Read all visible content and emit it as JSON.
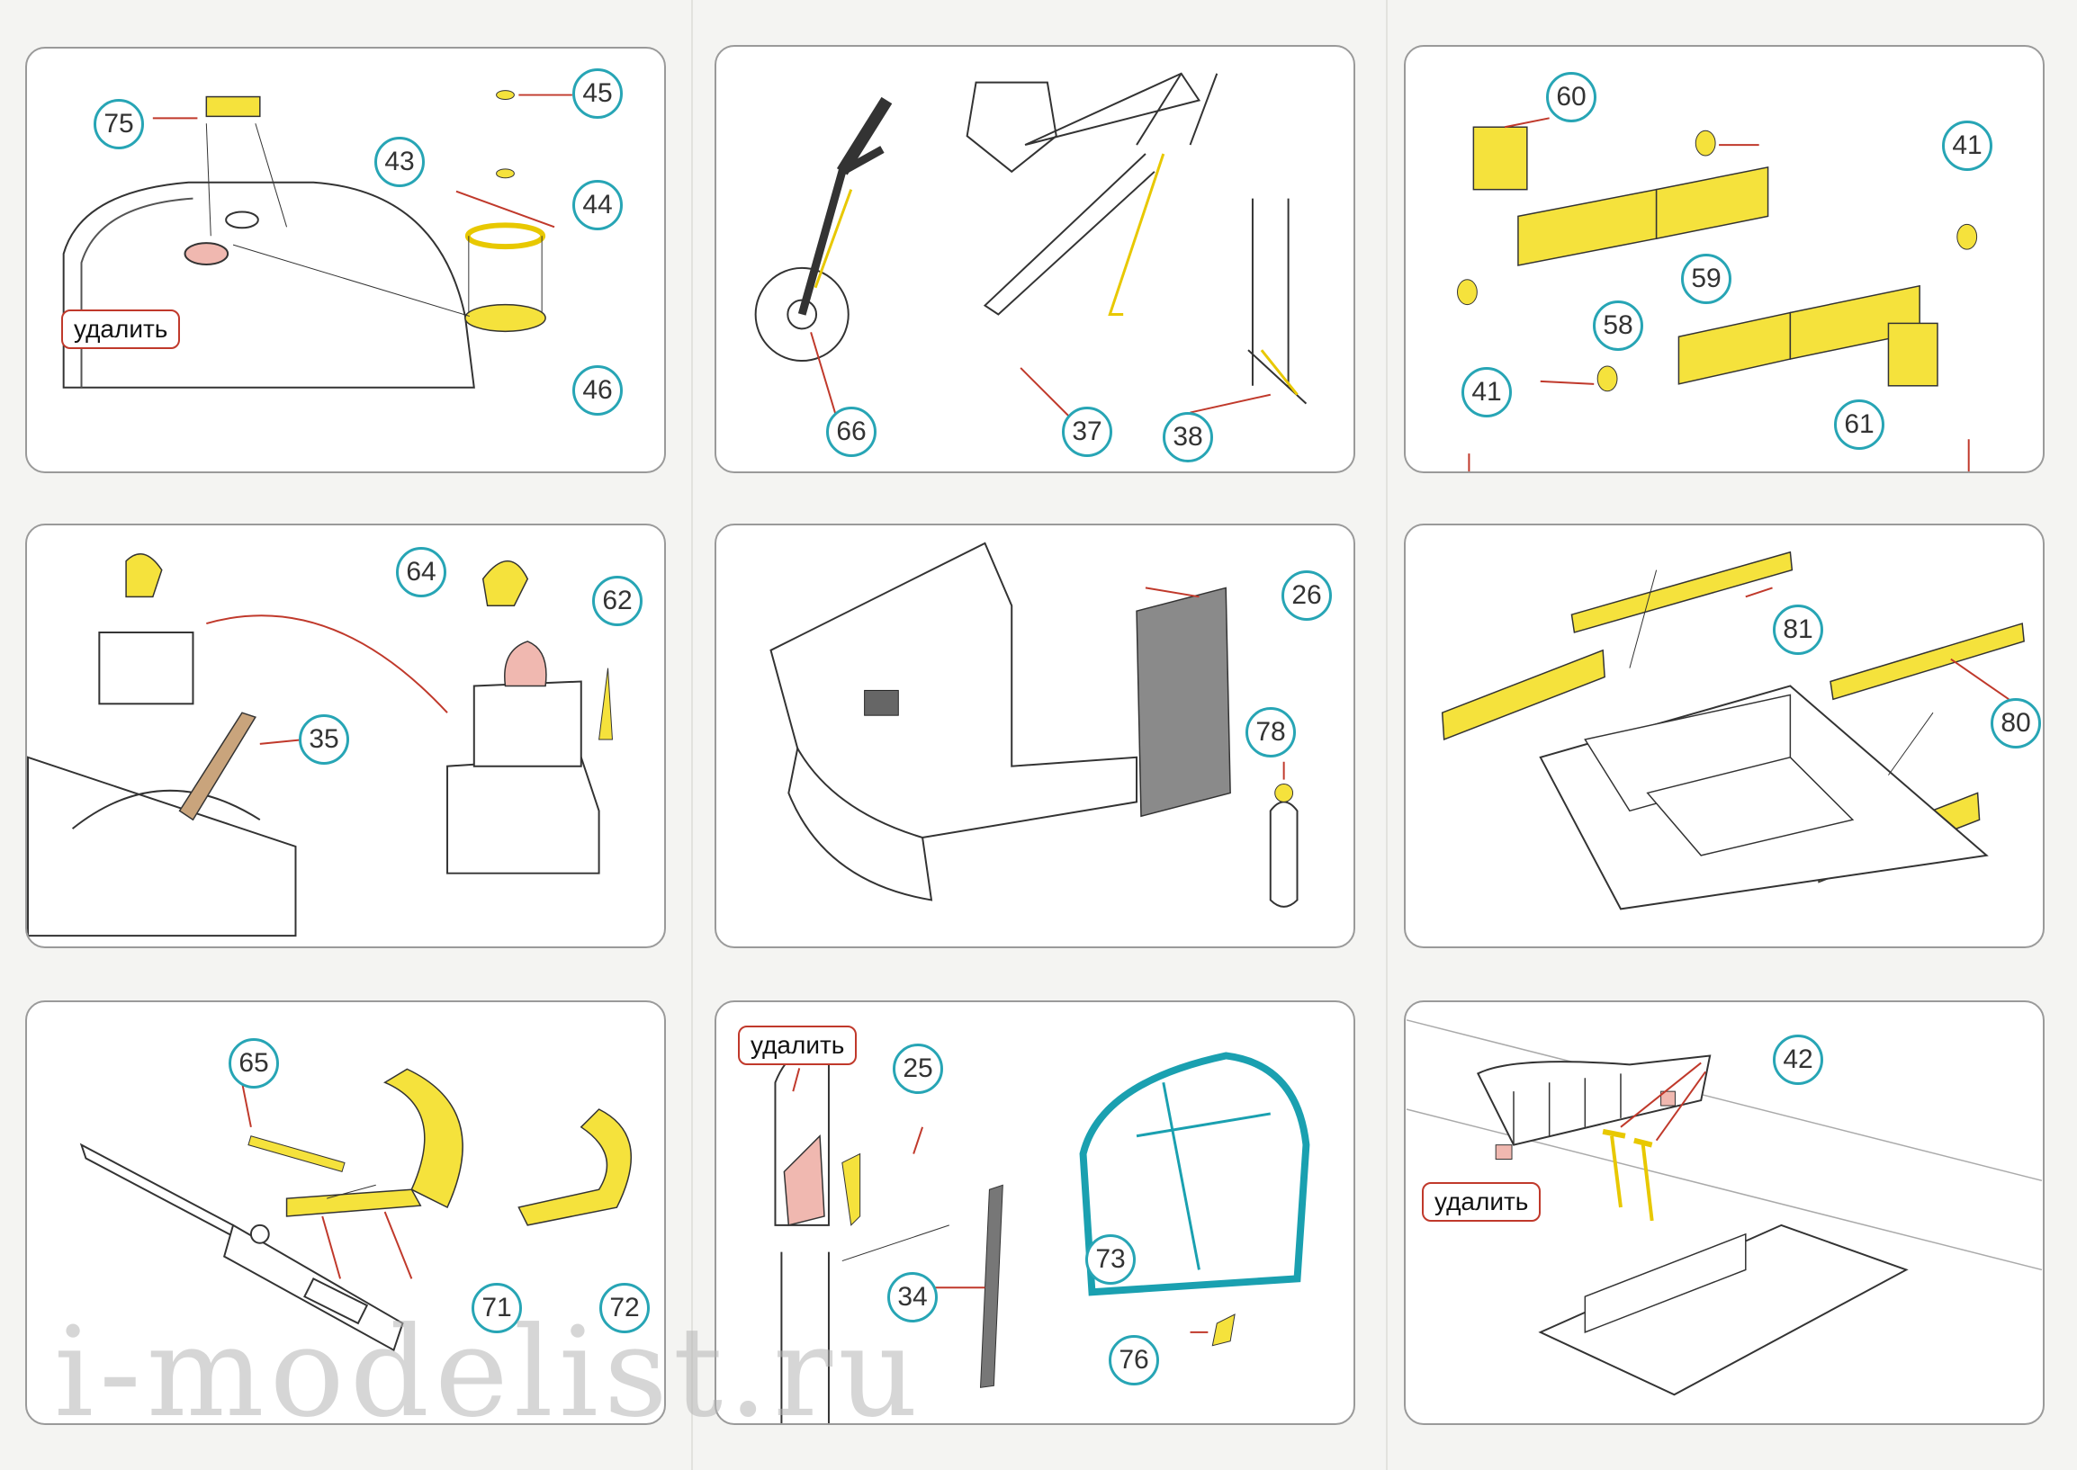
{
  "note_text": "удалить",
  "watermark": "i-modelist.ru",
  "colors": {
    "callout_ring": "#27a5b5",
    "etch_part": "#f5e23c",
    "remove_part": "#f0b8b0",
    "cover_outline": "#1aa0b0",
    "arrow": "#c0392b"
  },
  "panels": [
    {
      "id": "fuel-tank",
      "callouts": [
        "75",
        "45",
        "43",
        "44",
        "46"
      ],
      "notes": [
        "удалить"
      ]
    },
    {
      "id": "landing-gear",
      "callouts": [
        "66",
        "37",
        "38"
      ],
      "notes": []
    },
    {
      "id": "floor-trays",
      "callouts": [
        "60",
        "41",
        "59",
        "58",
        "41",
        "61"
      ],
      "notes": []
    },
    {
      "id": "ammo-box",
      "callouts": [
        "64",
        "62",
        "35"
      ],
      "notes": []
    },
    {
      "id": "cockpit-bulkhead",
      "callouts": [
        "26",
        "78"
      ],
      "notes": []
    },
    {
      "id": "radiator-bay",
      "callouts": [
        "81",
        "80"
      ],
      "notes": []
    },
    {
      "id": "machine-gun",
      "callouts": [
        "65",
        "71",
        "72"
      ],
      "notes": []
    },
    {
      "id": "seat-cover",
      "callouts": [
        "25",
        "34",
        "73",
        "76"
      ],
      "notes": [
        "удалить"
      ]
    },
    {
      "id": "fuselage-interior",
      "callouts": [
        "42"
      ],
      "notes": [
        "удалить"
      ]
    }
  ]
}
